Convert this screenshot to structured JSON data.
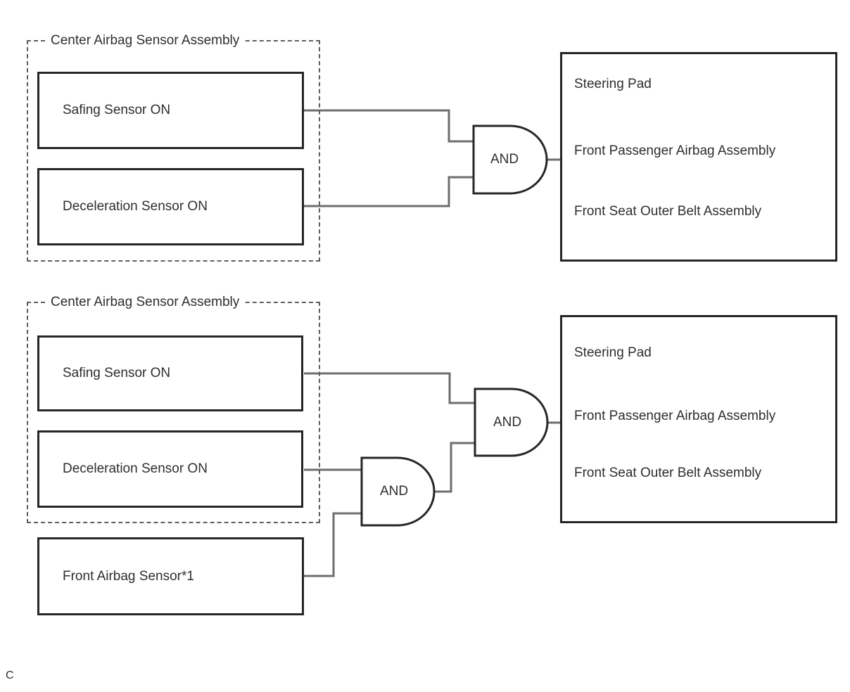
{
  "diagram1": {
    "group_label": "Center Airbag Sensor Assembly",
    "inputs": [
      "Safing Sensor ON",
      "Deceleration Sensor ON"
    ],
    "gate_label": "AND",
    "outputs": [
      "Steering Pad",
      "Front Passenger Airbag Assembly",
      "Front Seat Outer Belt Assembly"
    ]
  },
  "diagram2": {
    "group_label": "Center Airbag Sensor Assembly",
    "inputs": [
      "Safing Sensor ON",
      "Deceleration Sensor ON"
    ],
    "external_input": "Front Airbag Sensor*1",
    "gate1_label": "AND",
    "gate2_label": "AND",
    "outputs": [
      "Steering Pad",
      "Front Passenger Airbag Assembly",
      "Front Seat Outer Belt Assembly"
    ]
  },
  "footer": {
    "label": "C"
  },
  "colors": {
    "box_border": "#262626",
    "wire": "#6e6e6e",
    "dashed_border": "#5f5f5f",
    "background": "#ffffff",
    "text": "#2e2e2e"
  }
}
